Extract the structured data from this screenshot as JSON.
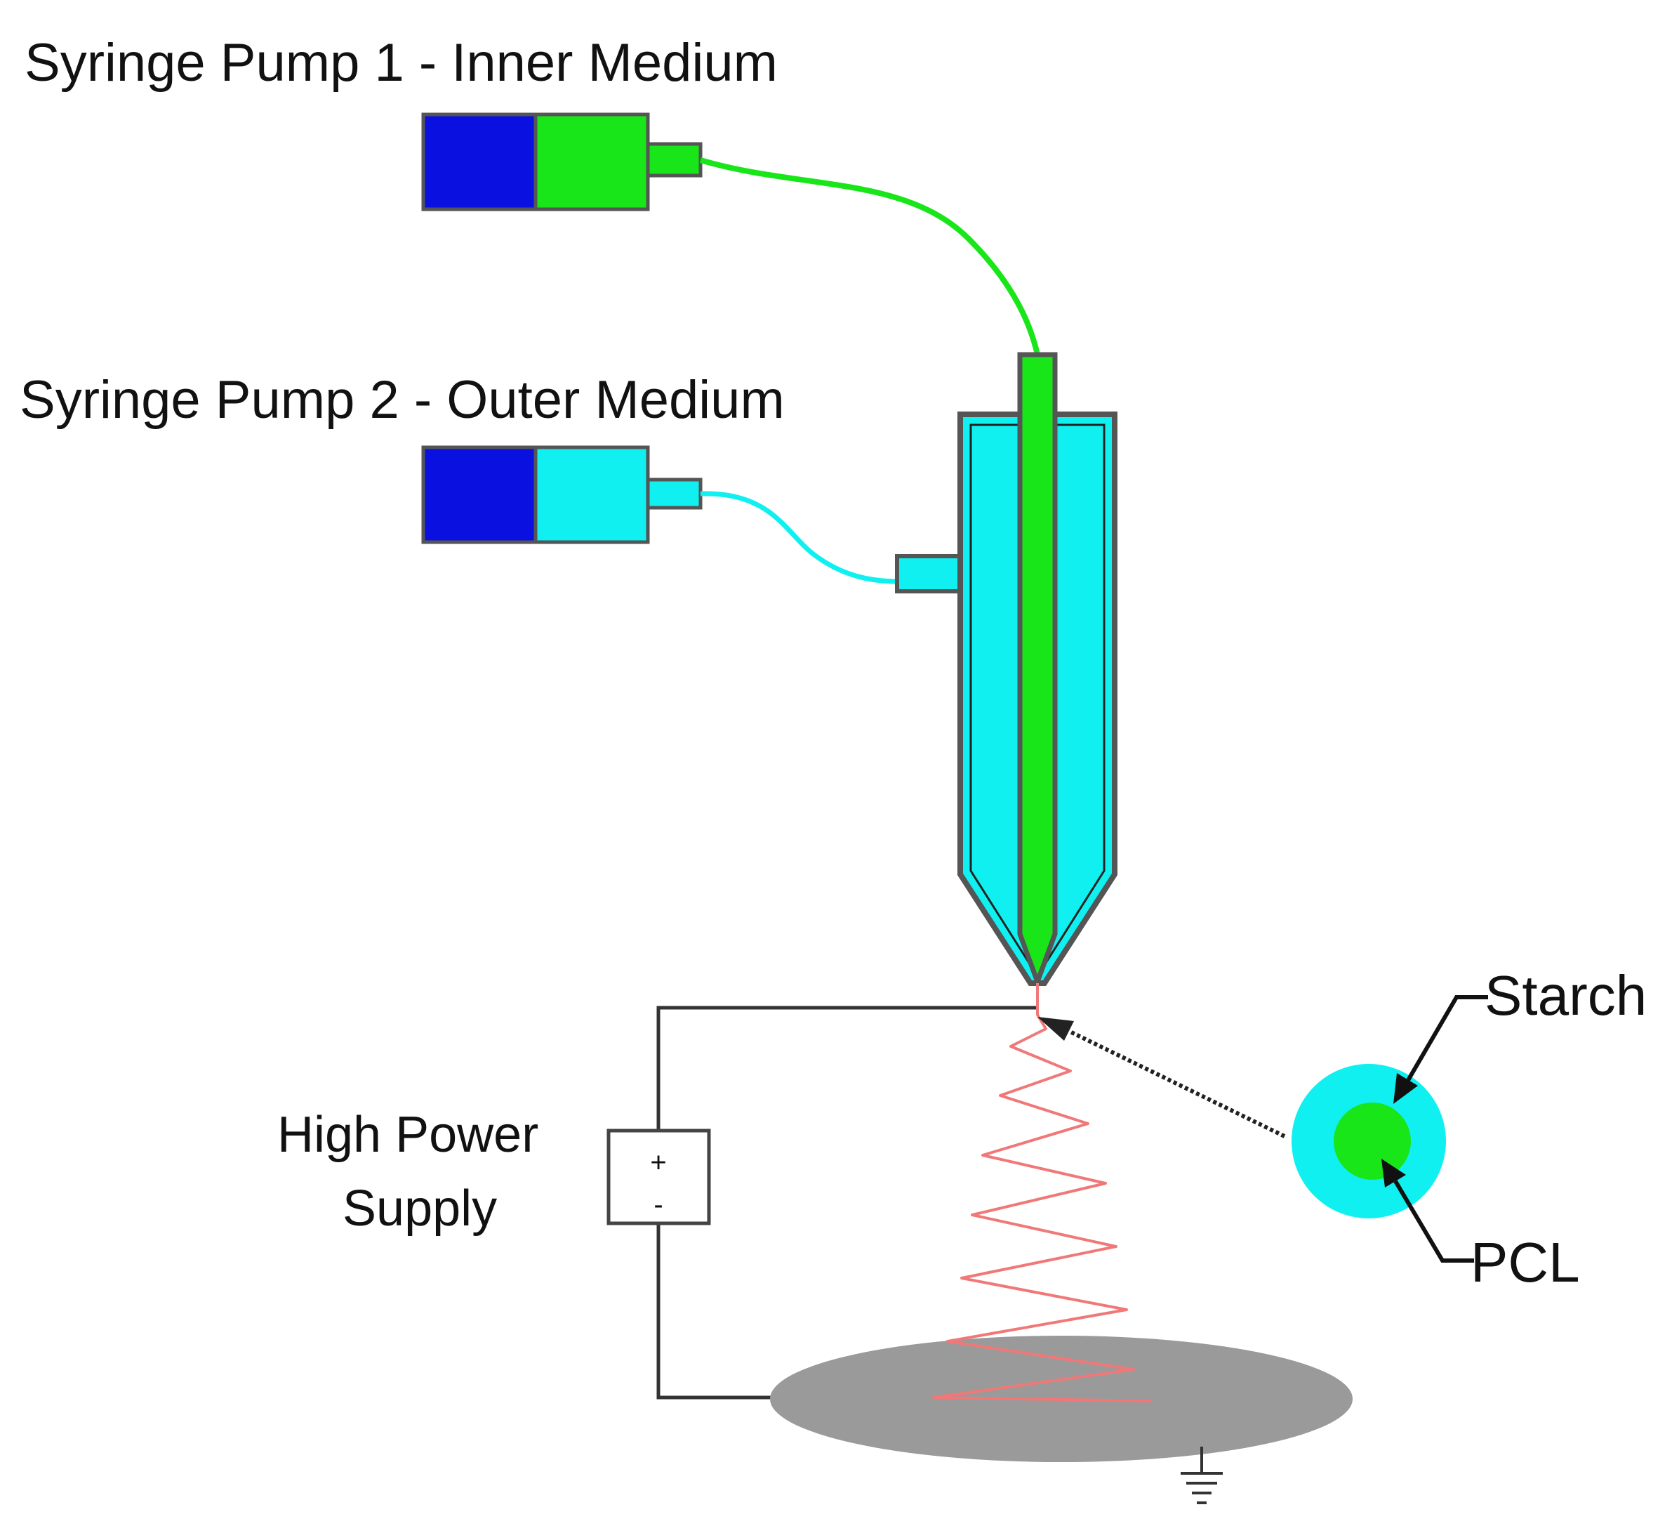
{
  "labels": {
    "pump1": "Syringe Pump 1 - Inner Medium",
    "pump2": "Syringe Pump 2 - Outer Medium",
    "power_line1": "High Power",
    "power_line2": "Supply",
    "plus": "+",
    "minus": "-",
    "starch": "Starch",
    "pcl": "PCL"
  },
  "colors": {
    "plunger": "#0a10e0",
    "inner_medium": "#19e619",
    "outer_medium": "#10f0f0",
    "jet": "#f07878",
    "collector": "#9a9a9a",
    "wire": "#333333"
  }
}
